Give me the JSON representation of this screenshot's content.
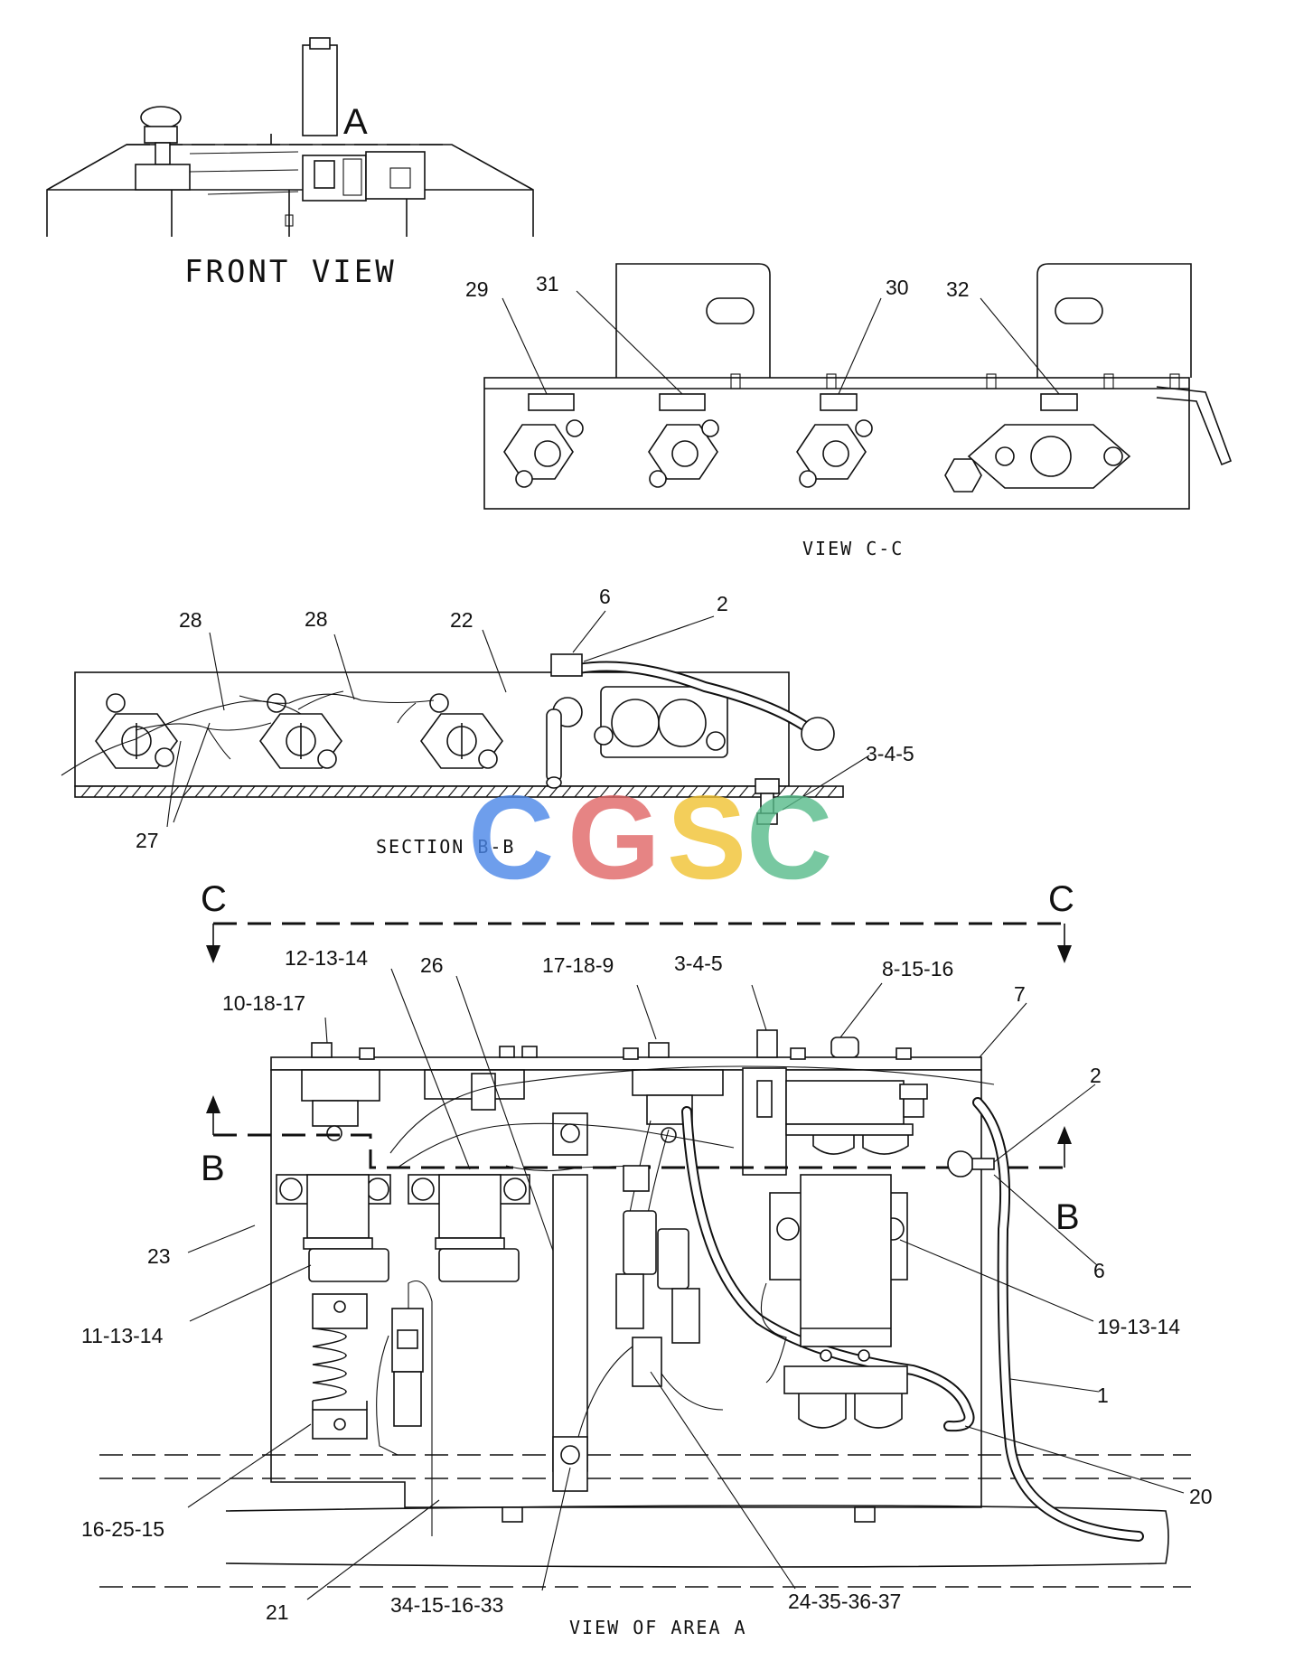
{
  "views": {
    "front_view": "FRONT VIEW",
    "front_view_marker": "A",
    "view_cc": "VIEW C-C",
    "section_bb": "SECTION B-B",
    "view_area_a": "VIEW OF AREA A"
  },
  "section_markers": {
    "c_left": "C",
    "c_right": "C",
    "b_left": "B",
    "b_right": "B"
  },
  "watermark": {
    "letters": [
      "C",
      "G",
      "S",
      "C"
    ],
    "colors": [
      "#4a86e8",
      "#e06666",
      "#f1c232",
      "#57bb8a"
    ]
  },
  "callouts_cc": {
    "c29": "29",
    "c31": "31",
    "c30": "30",
    "c32": "32"
  },
  "callouts_bb": {
    "c28a": "28",
    "c28b": "28",
    "c22": "22",
    "c6": "6",
    "c2": "2",
    "c345": "3-4-5",
    "c27": "27"
  },
  "callouts_a": {
    "c121314": "12-13-14",
    "c26": "26",
    "c17189": "17-18-9",
    "c345": "3-4-5",
    "c81516": "8-15-16",
    "c7": "7",
    "c101817": "10-18-17",
    "c2": "2",
    "c23": "23",
    "c6": "6",
    "c111314": "11-13-14",
    "c191314": "19-13-14",
    "c1": "1",
    "c20": "20",
    "c162515": "16-25-15",
    "c21": "21",
    "c34151633": "34-15-16-33",
    "c24353637": "24-35-36-37"
  }
}
